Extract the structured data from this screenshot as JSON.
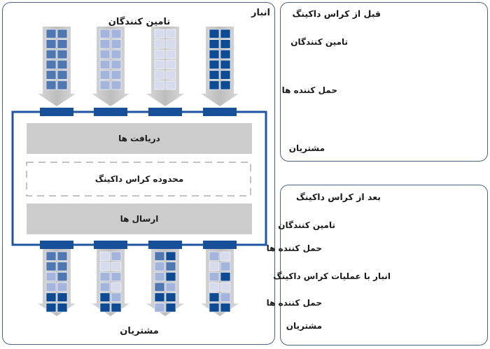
{
  "warehouse": {
    "title": "انبار",
    "suppliers_label": "تامین کنندگان",
    "customers_label": "مشتریان",
    "receiving_label": "دریافت ها",
    "cross_dock_area_label": "محدوده کراس داکینگ",
    "shipping_label": "ارسال ها"
  },
  "before": {
    "title": "قبل از کراس داکینگ",
    "suppliers_label": "تامین کنندگان",
    "carriers_label": "حمل کننده ها",
    "customers_label": "مشتریان"
  },
  "after": {
    "title": "بعد از کراس داکینگ",
    "suppliers_label": "تامین کنندگان",
    "carriers_label_top": "حمل کننده ها",
    "warehouse_label": "انبار با عملیات کراس داکینگ",
    "carriers_label_bottom": "حمل کننده ها",
    "customers_label": "مشتریان"
  },
  "colors": {
    "supplier_1": "#4f78b3",
    "supplier_2": "#a3b5dc",
    "supplier_3": "#d6dced",
    "supplier_4": "#0d4b94",
    "dock": "#174f98",
    "frame": "#1f55a0",
    "band": "#cccccc",
    "arrow": "#3a6696",
    "customer": "#c8c8c8",
    "panel_border": "#4a6480"
  }
}
